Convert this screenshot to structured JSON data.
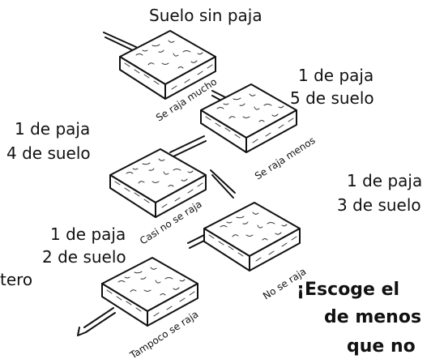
{
  "labels": {
    "top": "Suelo sin paja",
    "ratio_5_line1": "1 de paja",
    "ratio_5_line2": "5 de suelo",
    "ratio_4_line1": "1 de paja",
    "ratio_4_line2": "4 de suelo",
    "ratio_3_line1": "1 de paja",
    "ratio_3_line2": "3 de suelo",
    "ratio_2_line1": "1 de paja",
    "ratio_2_line2": "2 de suelo"
  },
  "crack_labels": {
    "a": "Se raja mucho",
    "b": "Se raja menos",
    "c": "Casi no se raja",
    "d": "No se raja",
    "e": "Tampoco se raja"
  },
  "callout": {
    "line1": "¡Escoge el",
    "line2": "de menos",
    "line3": "que no"
  },
  "cutoff_left": "tero",
  "colors": {
    "ink": "#111111",
    "background": "#ffffff"
  }
}
